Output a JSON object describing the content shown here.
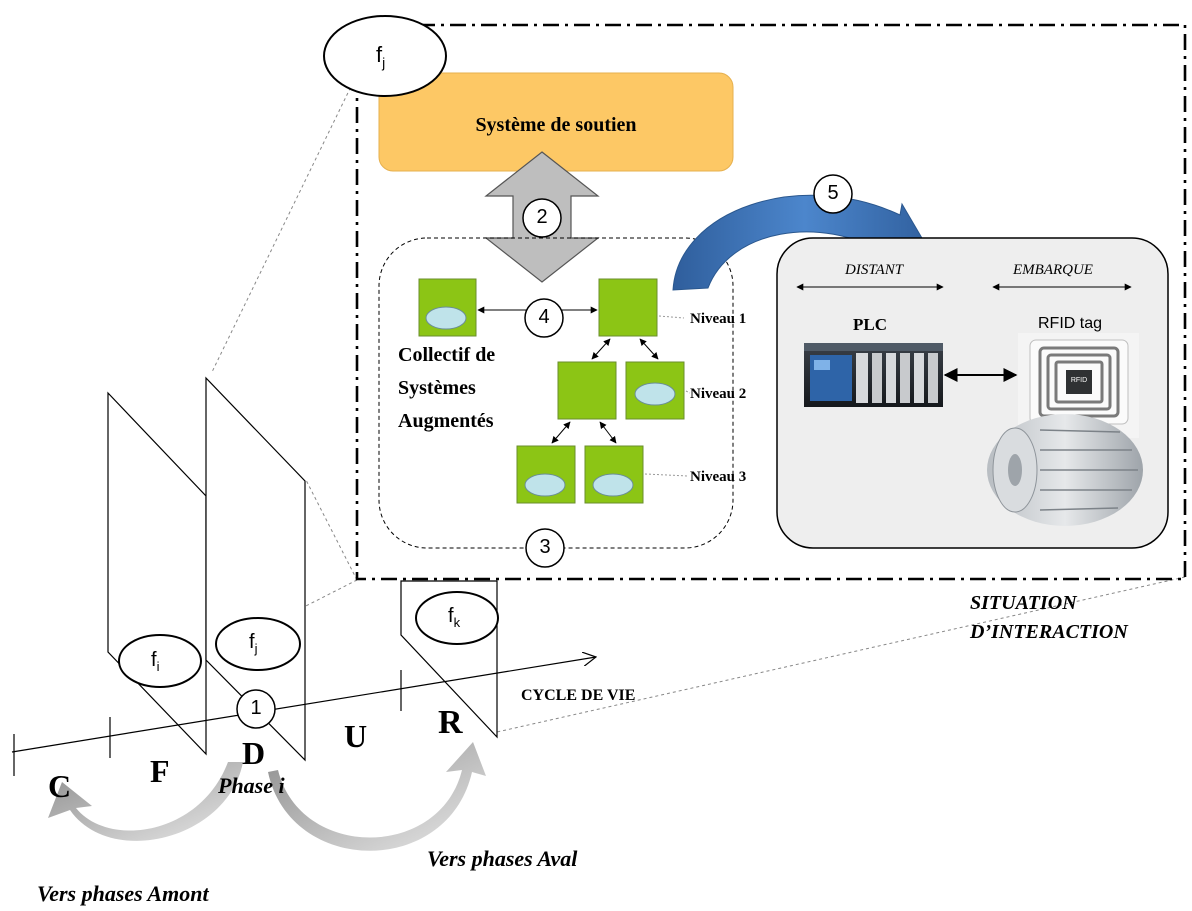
{
  "system_label": "Système de soutien",
  "collective_label": [
    "Collectif de",
    "Systèmes",
    "Augmentés"
  ],
  "levels": [
    "Niveau 1",
    "Niveau 2",
    "Niveau 3"
  ],
  "circled_numbers": [
    "1",
    "2",
    "3",
    "4",
    "5"
  ],
  "distant_label": "DISTANT",
  "embarque_label": "EMBARQUE",
  "plc_label": "PLC",
  "rfid_label": "RFID tag",
  "rfid_chip_text": "RFID",
  "situation_label": [
    "SITUATION",
    "D’INTERACTION"
  ],
  "lifecycle_label": "CYCLE DE VIE",
  "phases": [
    "C",
    "F",
    "D",
    "U",
    "R"
  ],
  "phase_i_label": "Phase i",
  "downstream_label": "Vers phases Aval",
  "upstream_label": "Vers phases Amont",
  "f_labels": {
    "f_top": {
      "base": "f",
      "sub": "j"
    },
    "f_i": {
      "base": "f",
      "sub": "i"
    },
    "f_j": {
      "base": "f",
      "sub": "j"
    },
    "f_k": {
      "base": "f",
      "sub": "k"
    }
  },
  "colors": {
    "system_fill": "#FDC865",
    "node_fill": "#8CC515",
    "ellipse_fill": "#BFE3EA",
    "arrow_gray": "#BEBEBE",
    "arrow_blue": "#3A6FB5",
    "panel_fill": "#EEEEEE"
  }
}
